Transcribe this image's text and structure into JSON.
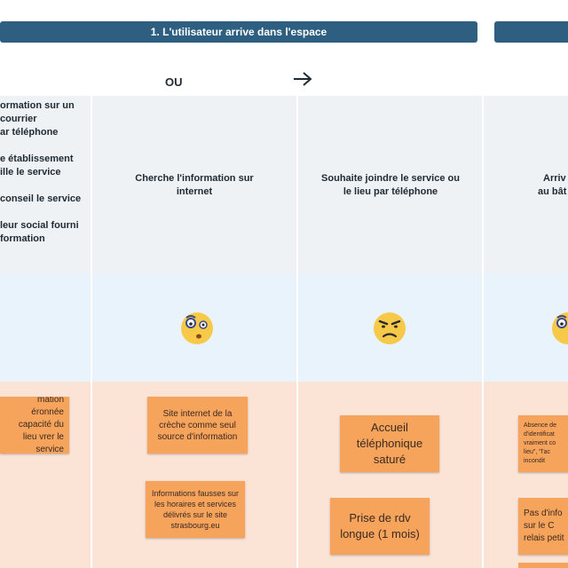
{
  "header": {
    "step_title": "1. L'utilisateur arrive dans l'espace"
  },
  "connector": {
    "or_label": "OU",
    "arrow_icon": "arrow-right-icon"
  },
  "lanes": {
    "left_items": [
      "ormation sur un",
      "courrier",
      "ar téléphone",
      "e établissement",
      "ille le service",
      " conseil le service",
      "leur social fourni",
      "formation"
    ],
    "web_action": "Cherche l'information sur internet",
    "phone_action": "Souhaite joindre le service ou le lieu par téléphone",
    "right_action_line1": "Arriv",
    "right_action_line2": "au bât"
  },
  "emotions": {
    "web": "thinking-face-icon",
    "phone": "frowning-face-icon",
    "right": "thinking-face-icon"
  },
  "pain_points": {
    "left_note": "mation éronnée capacité du lieu vrer le service",
    "web_note_1": "Site internet de la crèche comme seul source d'information",
    "web_note_2": "Informations fausses sur les horaires et services délivrés sur le site strasbourg.eu",
    "phone_note_1": "Accueil téléphonique saturé",
    "phone_note_2": "Prise de rdv longue (1 mois)",
    "right_note_1": "Absence de d'identificat vraiment co lieu\", \"l'ac incondit",
    "right_note_2": "Pas d'info sur le C relais petit"
  },
  "colors": {
    "banner": "#2e5f80",
    "sticky": "#f6a35c",
    "row_action": "#eef2f5",
    "row_emotion": "#e9f3fb",
    "row_pain": "#fbe3d6"
  }
}
